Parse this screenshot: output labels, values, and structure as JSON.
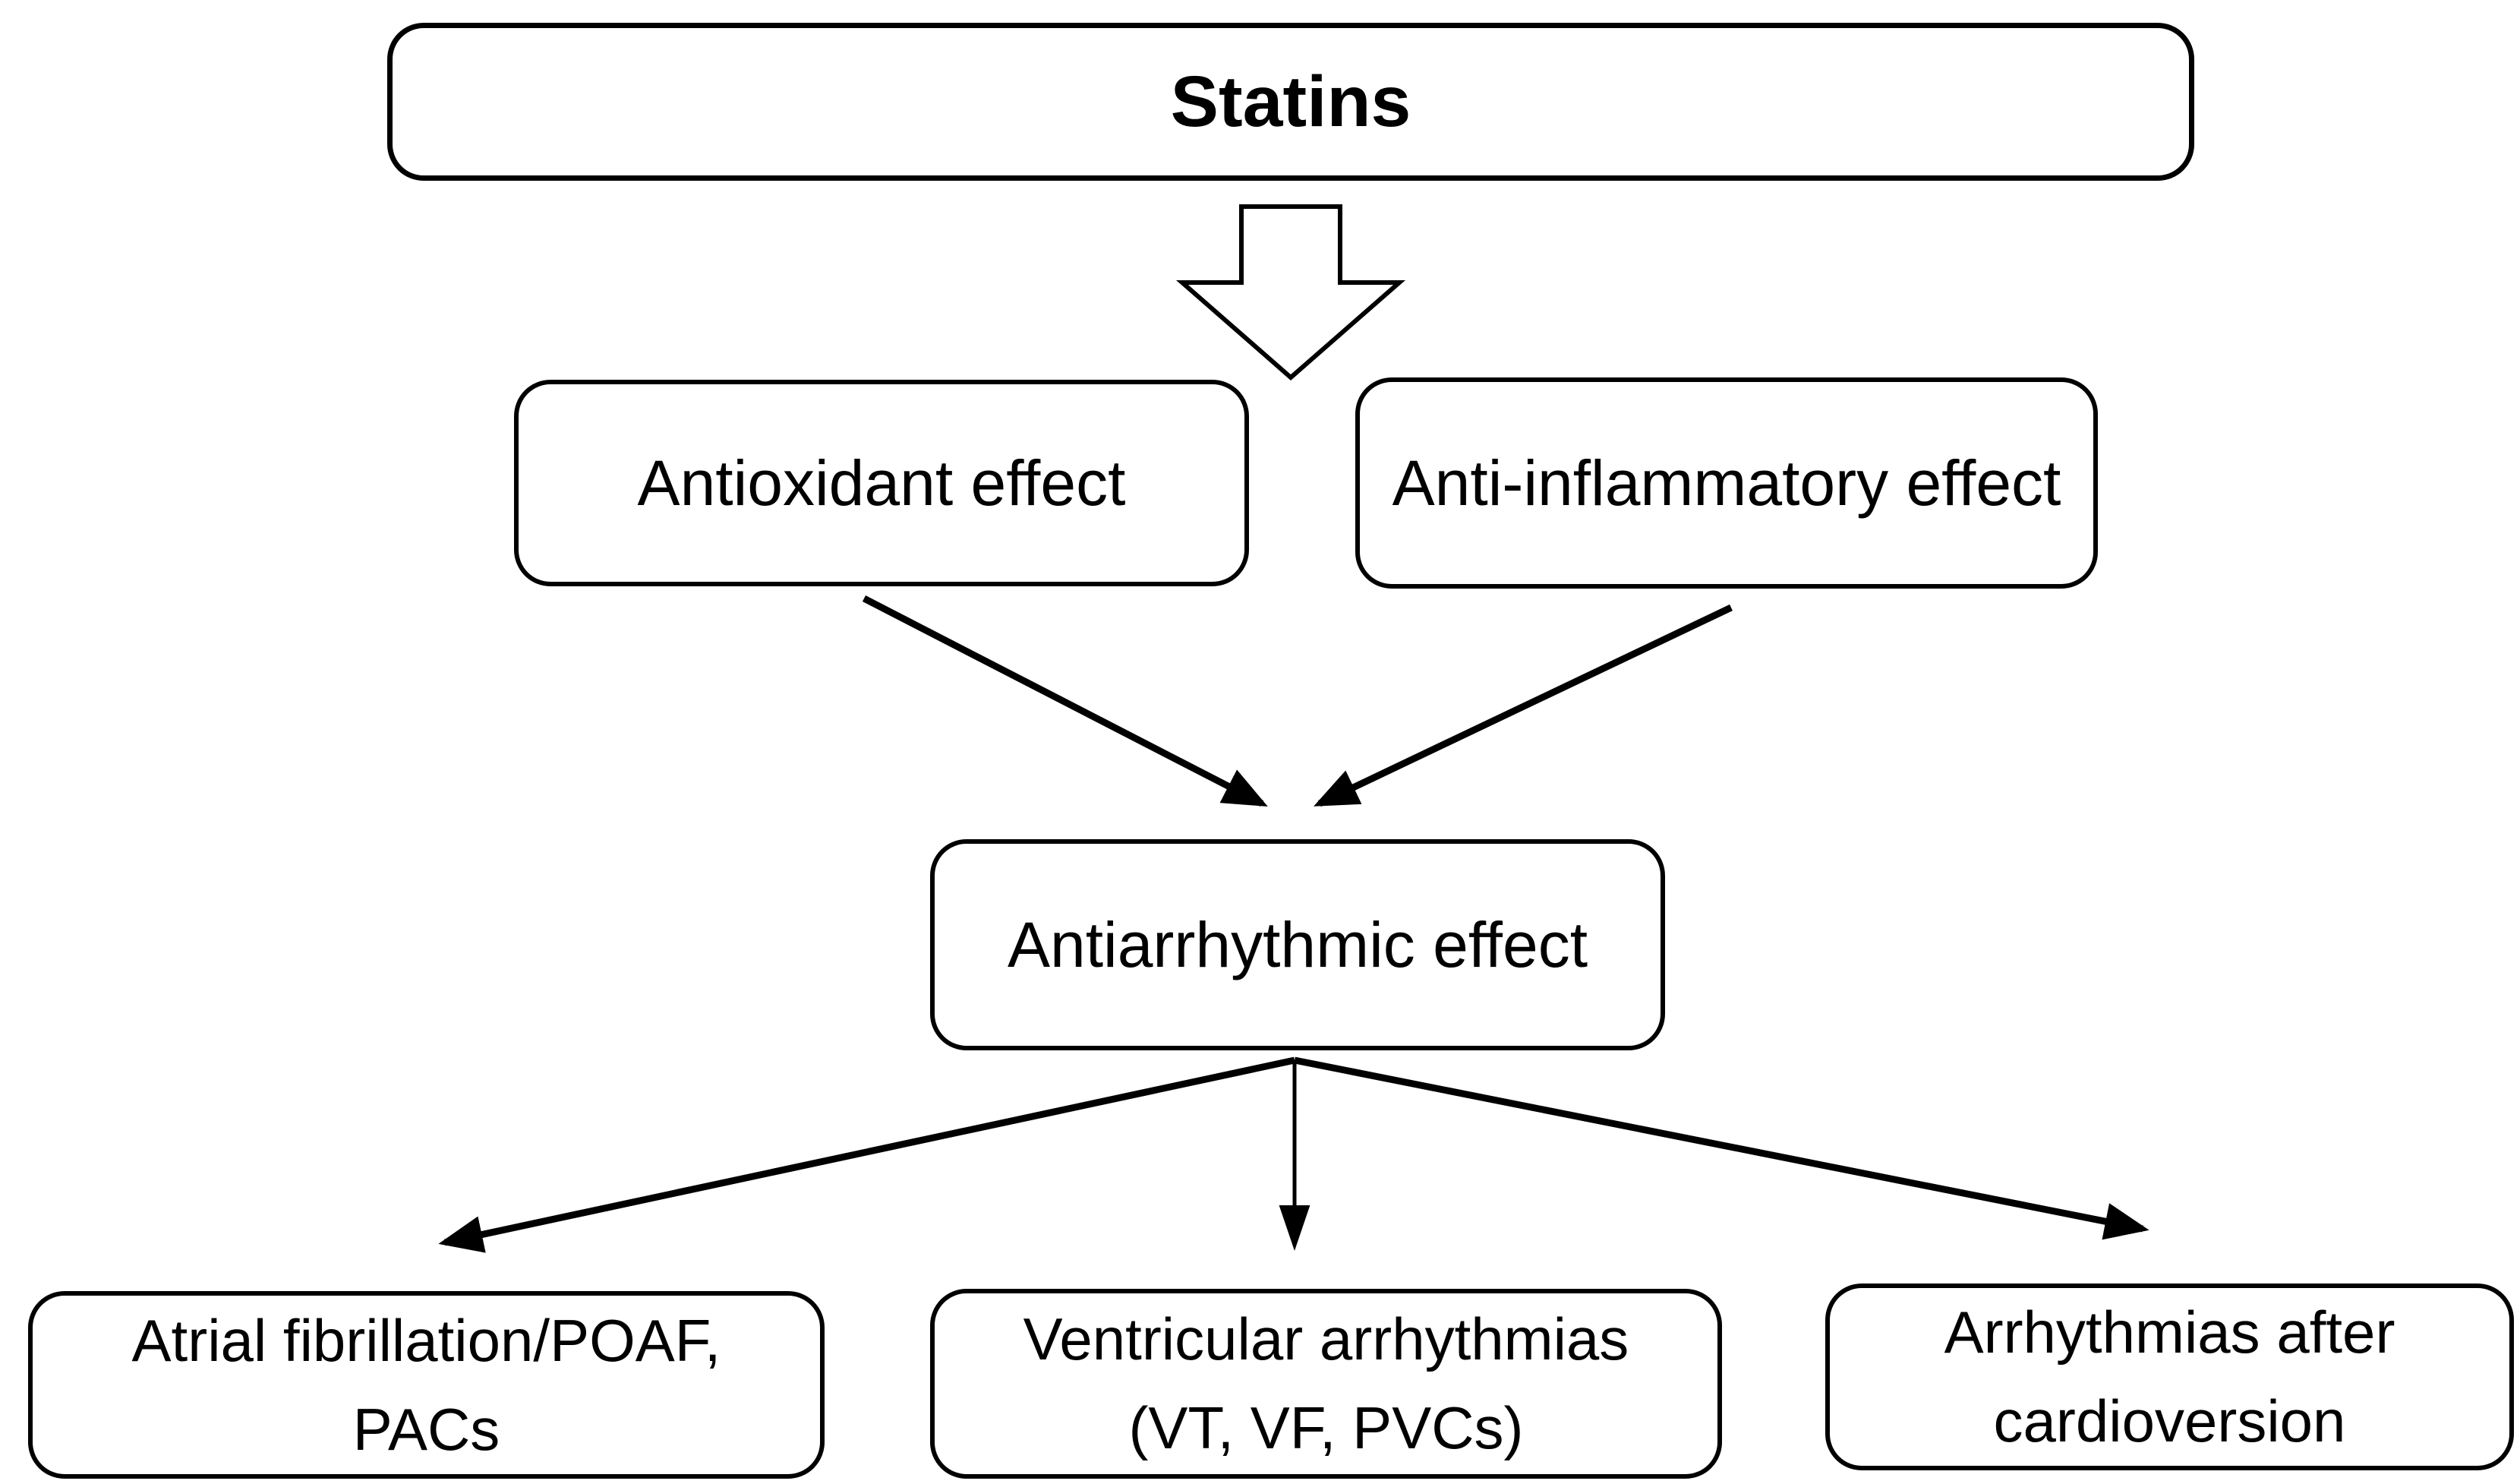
{
  "colors": {
    "stroke": "#000000",
    "fill": "#ffffff",
    "background": "#ffffff"
  },
  "nodes": {
    "statins": {
      "label": "Statins"
    },
    "antioxidant": {
      "label": "Antioxidant effect"
    },
    "anti_inflammatory": {
      "label": "Anti-inflammatory effect"
    },
    "antiarrhythmic": {
      "label": "Antiarrhythmic effect"
    },
    "atrial": {
      "lines": [
        "Atrial fibrillation/POAF,",
        "PACs"
      ]
    },
    "ventricular": {
      "lines": [
        "Ventricular arrhythmias",
        "(VT, VF, PVCs)"
      ]
    },
    "cardioversion": {
      "lines": [
        "Arrhythmias after",
        "cardioversion"
      ]
    }
  }
}
